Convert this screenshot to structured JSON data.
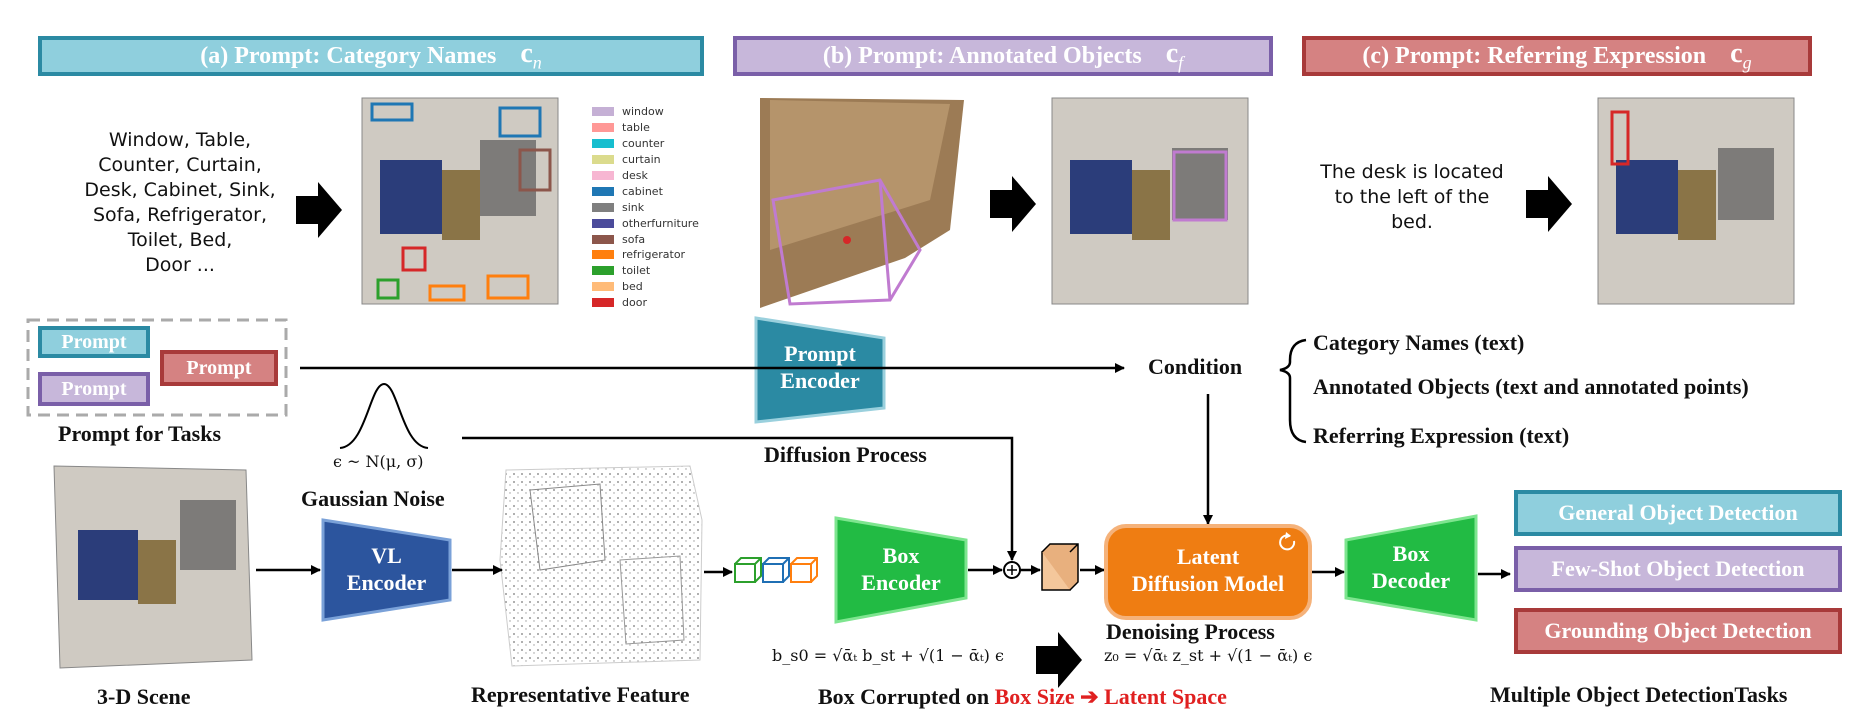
{
  "headers": {
    "a": {
      "label": "(a) Prompt: Category Names",
      "symbol": "c",
      "sub": "n"
    },
    "b": {
      "label": "(b) Prompt: Annotated Objects",
      "symbol": "c",
      "sub": "f"
    },
    "c": {
      "label": "(c) Prompt: Referring Expression",
      "symbol": "c",
      "sub": "g"
    }
  },
  "category_prompt_lines": [
    "Window, Table,",
    "Counter, Curtain,",
    "Desk, Cabinet, Sink,",
    "Sofa, Refrigerator,",
    "Toilet, Bed,",
    "Door ..."
  ],
  "legend": [
    {
      "label": "window",
      "color": "#c5b0d5"
    },
    {
      "label": "table",
      "color": "#ff9896"
    },
    {
      "label": "counter",
      "color": "#17becf"
    },
    {
      "label": "curtain",
      "color": "#dbdb8d"
    },
    {
      "label": "desk",
      "color": "#f7b6d2"
    },
    {
      "label": "cabinet",
      "color": "#1f77b4"
    },
    {
      "label": "sink",
      "color": "#7f7f7f"
    },
    {
      "label": "otherfurniture",
      "color": "#4b4b9b"
    },
    {
      "label": "sofa",
      "color": "#8c564b"
    },
    {
      "label": "refrigerator",
      "color": "#ff7f0e"
    },
    {
      "label": "toilet",
      "color": "#2ca02c"
    },
    {
      "label": "bed",
      "color": "#ffbb78"
    },
    {
      "label": "door",
      "color": "#d62728"
    }
  ],
  "referring_lines": [
    "The desk is located",
    "to the left of the",
    "bed."
  ],
  "prompt_boxes": {
    "teal": "Prompt",
    "purple": "Prompt",
    "red": "Prompt"
  },
  "labels": {
    "prompt_for_tasks": "Prompt for Tasks",
    "noise_formula": "ϵ ~ N(μ, σ)",
    "gaussian_noise": "Gaussian Noise",
    "diffusion_process": "Diffusion Process",
    "scene": "3-D Scene",
    "representative_feature": "Representative Feature",
    "denoising_process": "Denoising Process",
    "multiple_tasks": "Multiple Object DetectionTasks",
    "condition": "Condition"
  },
  "encoders": {
    "prompt": [
      "Prompt",
      "Encoder"
    ],
    "vl": [
      "VL",
      "Encoder"
    ],
    "box_encoder": [
      "Box",
      "Encoder"
    ],
    "box_decoder": [
      "Box",
      "Decoder"
    ],
    "ldm": [
      "Latent",
      "Diffusion Model"
    ]
  },
  "conditions": [
    "Category Names (text)",
    "Annotated Objects (text and annotated points)",
    "Referring Expression (text)"
  ],
  "tasks": [
    {
      "label": "General Object Detection"
    },
    {
      "label": "Few-Shot Object Detection"
    },
    {
      "label": "Grounding Object Detection"
    }
  ],
  "formulas": {
    "box": "b_s0 = √ᾱₜ b_st + √(1 − ᾱₜ) ϵ",
    "latent": "z₀ = √ᾱₜ z_st + √(1 − ᾱₜ) ϵ"
  },
  "caption": {
    "prefix": "Box Corrupted on ",
    "highlight": "Box Size ➔ Latent Space"
  }
}
